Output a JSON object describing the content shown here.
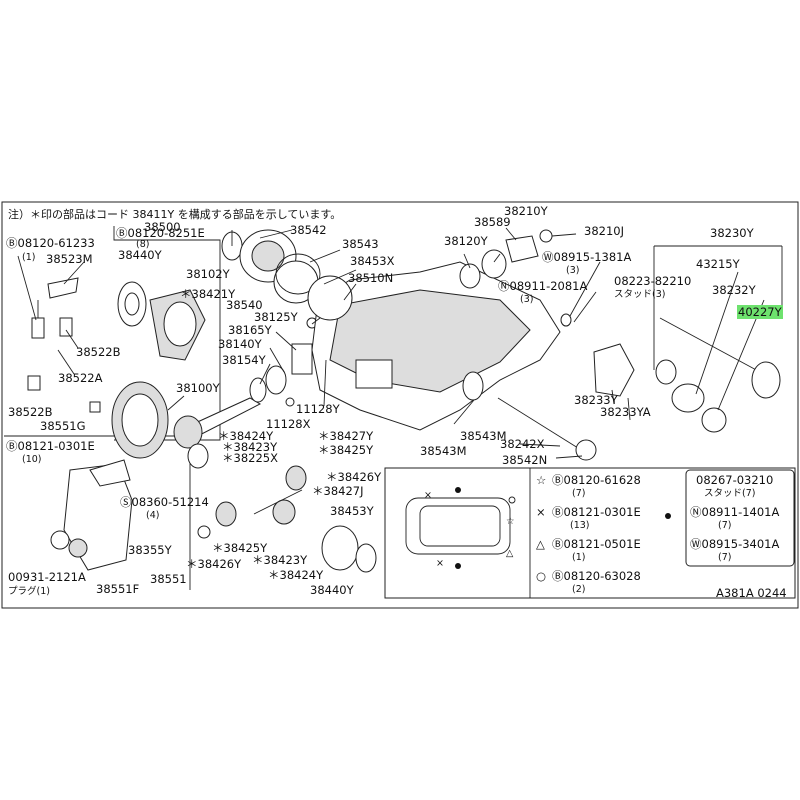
{
  "note": "注）＊印の部品はコード 38411Y を構成する部品を示しています。",
  "figure_code": "A381A 0244",
  "highlight_color": "#6ee26e",
  "labels": {
    "p08120_61233": "Ⓑ08120-61233",
    "p08120_61233_q": "(1)",
    "p38523M": "38523M",
    "p38522B_a": "38522B",
    "p38522A": "38522A",
    "p38522B_b": "38522B",
    "p38551G": "38551G",
    "p38500": "38500",
    "p08120_8251E": "Ⓑ08120-8251E",
    "p08120_8251E_q": "(8)",
    "p38542": "38542",
    "p38440Y_a": "38440Y",
    "p38102Y": "38102Y",
    "p38421Y": "＊38421Y",
    "p38540": "38540",
    "p38543": "38543",
    "p38453X": "38453X",
    "p38510N": "38510N",
    "p38125Y": "38125Y",
    "p38165Y": "38165Y",
    "p38140Y": "38140Y",
    "p38154Y": "38154Y",
    "p38100Y": "38100Y",
    "p11128Y": "11128Y",
    "p11128X": "11128X",
    "p38424Y_a": "＊38424Y",
    "p38423Y_a": "＊38423Y",
    "p38225X": "＊38225X",
    "p38427Y": "＊38427Y",
    "p38425Y_a": "＊38425Y",
    "p38426Y_a": "＊38426Y",
    "p38427J": "＊38427J",
    "p08121_0301E_a": "Ⓑ08121-0301E",
    "p08121_0301E_a_q": "(10)",
    "p08360_51214": "Ⓢ08360-51214",
    "p08360_51214_q": "(4)",
    "p38425Y_b": "＊38425Y",
    "p38426Y_b": "＊38426Y",
    "p38423Y_b": "＊38423Y",
    "p38424Y_b": "＊38424Y",
    "p38453Y": "38453Y",
    "p38440Y_b": "38440Y",
    "p38355Y": "38355Y",
    "p38551": "38551",
    "p00931_2121A": "00931-2121A",
    "p_plug": "プラグ(1)",
    "p38551F": "38551F",
    "p38210Y": "38210Y",
    "p38589": "38589",
    "p38210J": "38210J",
    "p38120Y": "38120Y",
    "p08915_1381A": "Ⓦ08915-1381A",
    "p08915_1381A_q": "(3)",
    "p08911_2081A": "Ⓝ08911-2081A",
    "p08911_2081A_q": "(3)",
    "p38230Y": "38230Y",
    "p43215Y": "43215Y",
    "p08223_82210": "08223-82210",
    "p08223_82210_q": "スタッド(3)",
    "p38232Y": "38232Y",
    "p40227Y": "40227Y",
    "p38233Y": "38233Y",
    "p38233YA": "38233YA",
    "p38543M_a": "38543M",
    "p38543M_b": "38543M",
    "p38242X": "38242X",
    "p38542N": "38542N"
  },
  "legend": {
    "items": [
      {
        "symbol": "☆",
        "part": "Ⓑ08120-61628",
        "qty": "(7)"
      },
      {
        "symbol": "×",
        "part": "Ⓑ08121-0301E",
        "qty": "(13)"
      },
      {
        "symbol": "△",
        "part": "Ⓑ08121-0501E",
        "qty": "(1)"
      },
      {
        "symbol": "○",
        "part": "Ⓑ08120-63028",
        "qty": "(2)"
      }
    ],
    "dot_group": [
      {
        "part": "08267-03210",
        "qty": "スタッド(7)"
      },
      {
        "part": "Ⓝ08911-1401A",
        "qty": "(7)"
      },
      {
        "part": "Ⓦ08915-3401A",
        "qty": "(7)"
      }
    ]
  }
}
